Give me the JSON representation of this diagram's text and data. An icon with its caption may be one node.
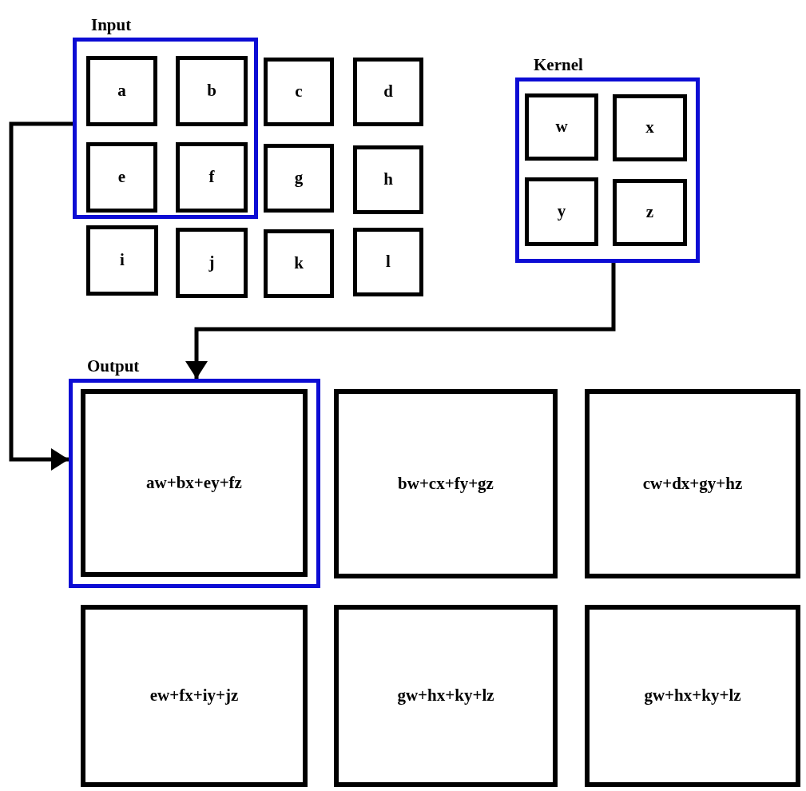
{
  "diagram": {
    "nodes": [
      {
        "text": [
          "Input"
        ]
      },
      {
        "text": [
          "a"
        ],
        "in": 0
      },
      {
        "text": [
          "b"
        ],
        "in": 0
      },
      {
        "text": [
          "c"
        ]
      },
      {
        "text": [
          "d"
        ]
      },
      {
        "text": [
          "e"
        ],
        "in": 0
      },
      {
        "text": [
          "f"
        ],
        "in": 0
      },
      {
        "text": [
          "g"
        ]
      },
      {
        "text": [
          "h"
        ]
      },
      {
        "text": [
          "i"
        ]
      },
      {
        "text": [
          "j"
        ]
      },
      {
        "text": [
          "k"
        ]
      },
      {
        "text": [
          "l"
        ]
      },
      {
        "text": [
          "Kernel"
        ]
      },
      {
        "text": [
          "w"
        ],
        "in": 13
      },
      {
        "text": [
          "x"
        ],
        "in": 13
      },
      {
        "text": [
          "y"
        ],
        "in": 13
      },
      {
        "text": [
          "z"
        ],
        "in": 13
      },
      {
        "text": [
          "Output"
        ]
      },
      {
        "text": [
          "aw+bx+ey+fz"
        ],
        "in": 18
      },
      {
        "text": [
          "bw+cx+fy+gz"
        ]
      },
      {
        "text": [
          "cw+dx+gy+hz"
        ]
      },
      {
        "text": [
          "ew+fx+iy+jz"
        ]
      },
      {
        "text": [
          "gw+hx+ky+lz"
        ]
      },
      {
        "text": [
          "gw+hx+ky+lz"
        ]
      }
    ],
    "edges": [
      {
        "from": 0,
        "to": 18,
        "arrow": "to"
      },
      {
        "from": 13,
        "to": 18,
        "arrow": "to"
      }
    ]
  }
}
